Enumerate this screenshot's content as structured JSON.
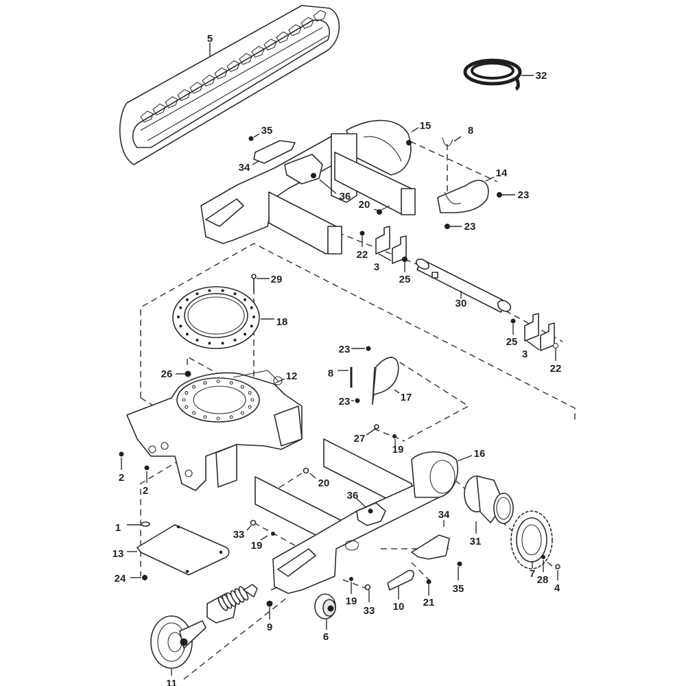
{
  "diagram": {
    "type": "exploded-parts-diagram",
    "subject": "Compact excavator undercarriage / track frame assembly",
    "callouts": [
      {
        "id": "c1",
        "label": "1",
        "part": "key / pin"
      },
      {
        "id": "c2a",
        "label": "2",
        "part": "grease fitting (upper)"
      },
      {
        "id": "c2b",
        "label": "2",
        "part": "grease fitting (lower)"
      },
      {
        "id": "c3a",
        "label": "3",
        "part": "bracket pair (front)"
      },
      {
        "id": "c3b",
        "label": "3",
        "part": "bracket pair (rear)"
      },
      {
        "id": "c4",
        "label": "4",
        "part": "bolt (sprocket)"
      },
      {
        "id": "c5",
        "label": "5",
        "part": "rubber track"
      },
      {
        "id": "c6",
        "label": "6",
        "part": "track roller"
      },
      {
        "id": "c7",
        "label": "7",
        "part": "drive sprocket"
      },
      {
        "id": "c8a",
        "label": "8",
        "part": "hose clip (upper)"
      },
      {
        "id": "c8b",
        "label": "8",
        "part": "pin (lower)"
      },
      {
        "id": "c9",
        "label": "9",
        "part": "nut (tensioner)"
      },
      {
        "id": "c10",
        "label": "10",
        "part": "cover plate"
      },
      {
        "id": "c11",
        "label": "11",
        "part": "front idler"
      },
      {
        "id": "c12",
        "label": "12",
        "part": "lower frame / swing base"
      },
      {
        "id": "c13",
        "label": "13",
        "part": "access plate"
      },
      {
        "id": "c14",
        "label": "14",
        "part": "motor guard (upper)"
      },
      {
        "id": "c15",
        "label": "15",
        "part": "track frame (upper)"
      },
      {
        "id": "c16",
        "label": "16",
        "part": "track frame (lower)"
      },
      {
        "id": "c17",
        "label": "17",
        "part": "motor guard (lower)"
      },
      {
        "id": "c18",
        "label": "18",
        "part": "swing bearing"
      },
      {
        "id": "c19a",
        "label": "19",
        "part": "washer (right frame)"
      },
      {
        "id": "c19b",
        "label": "19",
        "part": "washer (left frame)"
      },
      {
        "id": "c19c",
        "label": "19",
        "part": "washer (bottom)"
      },
      {
        "id": "c20a",
        "label": "20",
        "part": "bolt (upper frame)"
      },
      {
        "id": "c20b",
        "label": "20",
        "part": "bolt (lower frame)"
      },
      {
        "id": "c21",
        "label": "21",
        "part": "bolt (cover plate)"
      },
      {
        "id": "c22a",
        "label": "22",
        "part": "bolt (front bracket)"
      },
      {
        "id": "c22b",
        "label": "22",
        "part": "bolt (rear bracket)"
      },
      {
        "id": "c23a",
        "label": "23",
        "part": "bolt (guard 14 right)"
      },
      {
        "id": "c23b",
        "label": "23",
        "part": "bolt (guard 14 bottom)"
      },
      {
        "id": "c23c",
        "label": "23",
        "part": "bolt (guard 17 top)"
      },
      {
        "id": "c23d",
        "label": "23",
        "part": "bolt (guard 17 bottom)"
      },
      {
        "id": "c24",
        "label": "24",
        "part": "bolt (access plate)"
      },
      {
        "id": "c25a",
        "label": "25",
        "part": "nut (front bracket)"
      },
      {
        "id": "c25b",
        "label": "25",
        "part": "nut (rear bracket)"
      },
      {
        "id": "c26",
        "label": "26",
        "part": "nut (swing base)"
      },
      {
        "id": "c27",
        "label": "27",
        "part": "bolt (lower frame)"
      },
      {
        "id": "c28",
        "label": "28",
        "part": "washer (sprocket)"
      },
      {
        "id": "c29",
        "label": "29",
        "part": "bolt (swing bearing)"
      },
      {
        "id": "c30",
        "label": "30",
        "part": "blade cylinder"
      },
      {
        "id": "c31",
        "label": "31",
        "part": "travel motor"
      },
      {
        "id": "c32",
        "label": "32",
        "part": "hose / seal strip"
      },
      {
        "id": "c33a",
        "label": "33",
        "part": "bolt (left frame)"
      },
      {
        "id": "c33b",
        "label": "33",
        "part": "bolt (bottom)"
      },
      {
        "id": "c34a",
        "label": "34",
        "part": "shield (upper)"
      },
      {
        "id": "c34b",
        "label": "34",
        "part": "shield (lower)"
      },
      {
        "id": "c35a",
        "label": "35",
        "part": "bolt (shield upper)"
      },
      {
        "id": "c35b",
        "label": "35",
        "part": "bolt (shield lower)"
      },
      {
        "id": "c36a",
        "label": "36",
        "part": "plate (upper frame)"
      },
      {
        "id": "c36b",
        "label": "36",
        "part": "plate (lower frame)"
      }
    ]
  }
}
